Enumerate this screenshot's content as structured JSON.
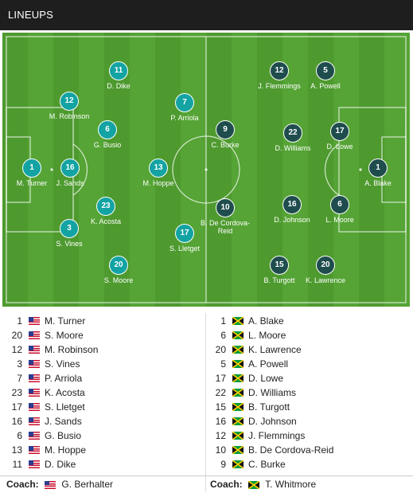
{
  "title": "LINEUPS",
  "colors": {
    "usa_badge": "#13a3a3",
    "jam_badge": "#1f4d4d",
    "pitch": "#4e9a2f"
  },
  "pitch_players": {
    "usa": [
      {
        "num": "1",
        "name": "M. Turner"
      },
      {
        "num": "16",
        "name": "J. Sands"
      },
      {
        "num": "12",
        "name": "M. Robinson"
      },
      {
        "num": "3",
        "name": "S. Vines"
      },
      {
        "num": "6",
        "name": "G. Busio"
      },
      {
        "num": "23",
        "name": "K. Acosta"
      },
      {
        "num": "11",
        "name": "D. Dike"
      },
      {
        "num": "20",
        "name": "S. Moore"
      },
      {
        "num": "7",
        "name": "P. Arriola"
      },
      {
        "num": "13",
        "name": "M. Hoppe"
      },
      {
        "num": "17",
        "name": "S. Lletget"
      }
    ],
    "jam": [
      {
        "num": "1",
        "name": "A. Blake"
      },
      {
        "num": "17",
        "name": "D. Lowe"
      },
      {
        "num": "6",
        "name": "L. Moore"
      },
      {
        "num": "5",
        "name": "A. Powell"
      },
      {
        "num": "20",
        "name": "K. Lawrence"
      },
      {
        "num": "22",
        "name": "D. Williams"
      },
      {
        "num": "16",
        "name": "D. Johnson"
      },
      {
        "num": "12",
        "name": "J. Flemmings"
      },
      {
        "num": "15",
        "name": "B. Turgott"
      },
      {
        "num": "9",
        "name": "C. Burke"
      },
      {
        "num": "10",
        "name": "B. De Cordova-Reid"
      }
    ]
  },
  "list": {
    "usa": [
      {
        "num": "1",
        "name": "M. Turner"
      },
      {
        "num": "20",
        "name": "S. Moore"
      },
      {
        "num": "12",
        "name": "M. Robinson"
      },
      {
        "num": "3",
        "name": "S. Vines"
      },
      {
        "num": "7",
        "name": "P. Arriola"
      },
      {
        "num": "23",
        "name": "K. Acosta"
      },
      {
        "num": "17",
        "name": "S. Lletget"
      },
      {
        "num": "16",
        "name": "J. Sands"
      },
      {
        "num": "6",
        "name": "G. Busio"
      },
      {
        "num": "13",
        "name": "M. Hoppe"
      },
      {
        "num": "11",
        "name": "D. Dike"
      }
    ],
    "jam": [
      {
        "num": "1",
        "name": "A. Blake"
      },
      {
        "num": "6",
        "name": "L. Moore"
      },
      {
        "num": "20",
        "name": "K. Lawrence"
      },
      {
        "num": "5",
        "name": "A. Powell"
      },
      {
        "num": "17",
        "name": "D. Lowe"
      },
      {
        "num": "22",
        "name": "D. Williams"
      },
      {
        "num": "15",
        "name": "B. Turgott"
      },
      {
        "num": "16",
        "name": "D. Johnson"
      },
      {
        "num": "12",
        "name": "J. Flemmings"
      },
      {
        "num": "10",
        "name": "B. De Cordova-Reid"
      },
      {
        "num": "9",
        "name": "C. Burke"
      }
    ]
  },
  "coach": {
    "label": "Coach:",
    "usa": "G. Berhalter",
    "jam": "T. Whitmore"
  },
  "flags": {
    "usa": "usa-flag-icon",
    "jam": "jamaica-flag-icon"
  }
}
